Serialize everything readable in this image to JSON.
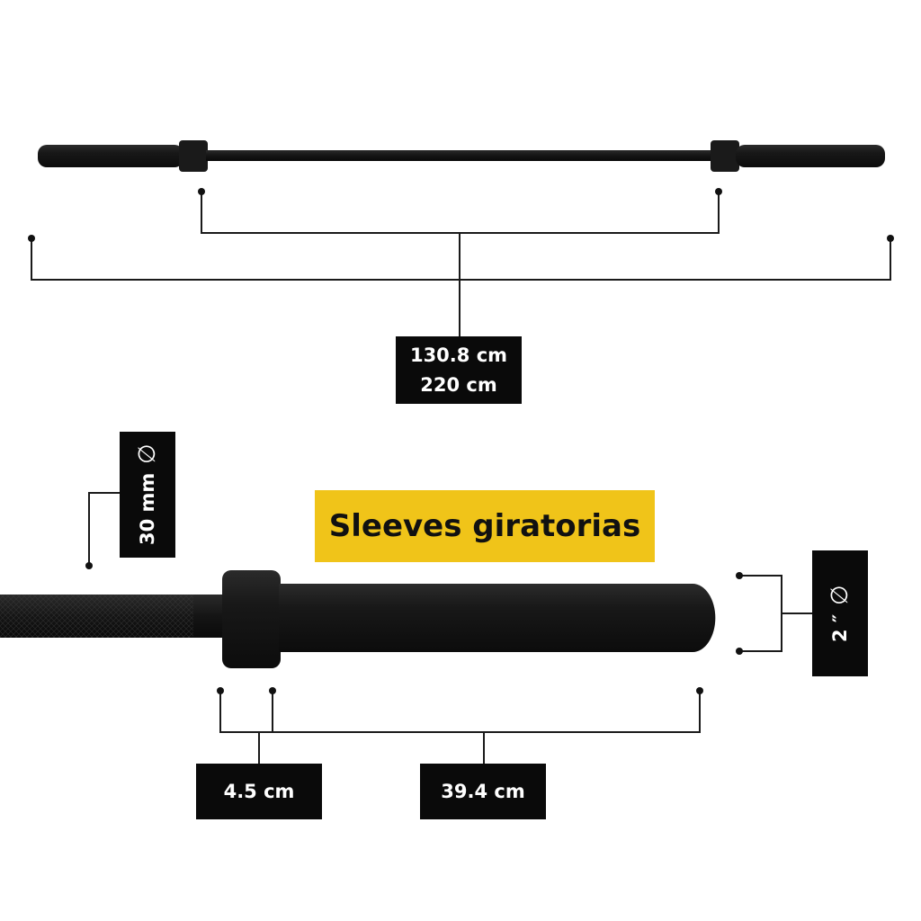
{
  "overall": {
    "grip_length": "130.8 cm",
    "total_length": "220 cm"
  },
  "detail": {
    "title": "Sleeves giratorias",
    "shaft_diameter": "30 mm",
    "sleeve_diameter": "2 ″",
    "diameter_symbol": "∅",
    "collar_width": "4.5 cm",
    "sleeve_length": "39.4 cm"
  },
  "colors": {
    "bar": "#141414",
    "label_background": "#0a0a0a",
    "title_background": "#f0c419",
    "line": "#1a1a1a"
  }
}
